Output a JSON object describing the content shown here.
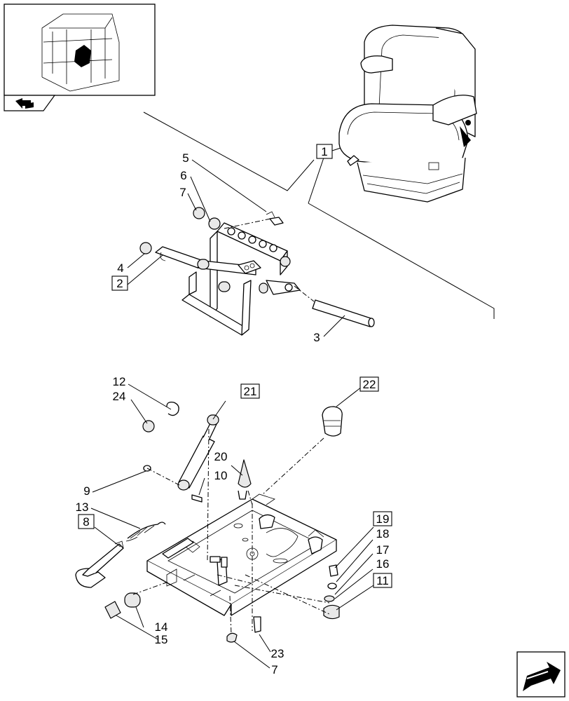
{
  "labels": {
    "l1": "1",
    "l2": "2",
    "l3": "3",
    "l4": "4",
    "l5": "5",
    "l6": "6",
    "l7a": "7",
    "l7b": "7",
    "l8": "8",
    "l9": "9",
    "l10": "10",
    "l11": "11",
    "l12": "12",
    "l13": "13",
    "l14": "14",
    "l15": "15",
    "l16": "16",
    "l17": "17",
    "l18": "18",
    "l19": "19",
    "l20": "20",
    "l21": "21",
    "l22": "22",
    "l23": "23",
    "l24": "24"
  },
  "icons": {
    "thumbnail": "tractor-cab-thumbnail-icon",
    "back_nav": "back-arrow-icon",
    "next_nav": "next-page-arrow-icon"
  }
}
